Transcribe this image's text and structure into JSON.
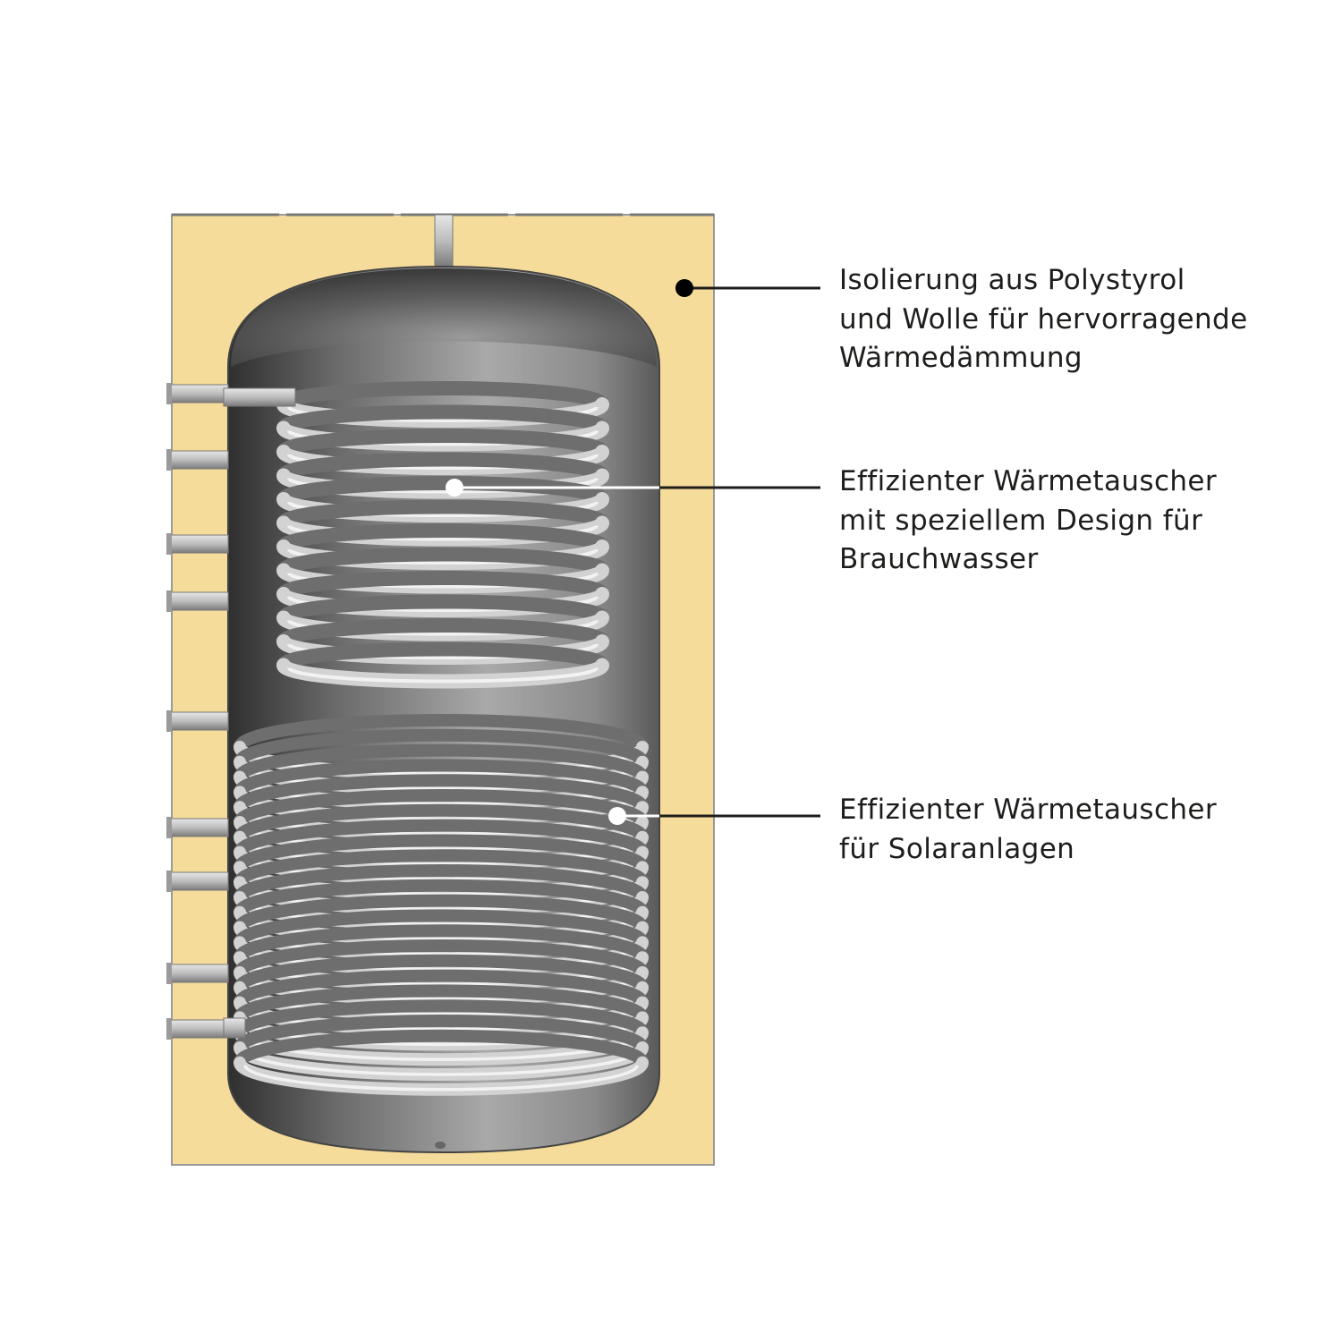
{
  "colors": {
    "insulation": "#f6dc9a",
    "tank": "#8c8c8c",
    "coil": "#cfcfcf",
    "pipe": "#b5b5b5",
    "leader_line": "#1d1d1b",
    "marker_dark": "#000000",
    "marker_light": "#ffffff"
  },
  "callouts": [
    {
      "id": "insulation",
      "marker": "black-dot",
      "lines": [
        "Isolierung aus Polystyrol",
        "und Wolle für hervorragende",
        "Wärmedämmung"
      ]
    },
    {
      "id": "domestic-heat-exchanger",
      "marker": "white-dot",
      "lines": [
        "Effizienter Wärmetauscher",
        "mit speziellem Design für",
        "Brauchwasser"
      ]
    },
    {
      "id": "solar-heat-exchanger",
      "marker": "white-dot",
      "lines": [
        "Effizienter Wärmetauscher",
        "für Solaranlagen"
      ]
    }
  ]
}
